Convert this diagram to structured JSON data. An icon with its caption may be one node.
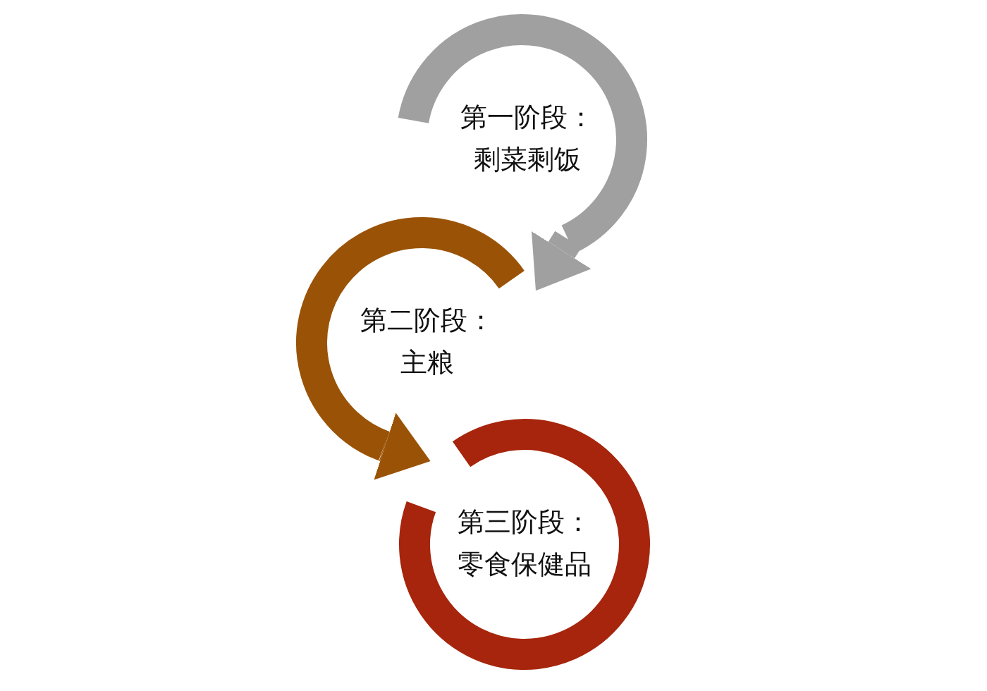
{
  "diagram": {
    "nodes": [
      {
        "text": [
          "第一阶段：",
          "剩菜剩饭"
        ]
      },
      {
        "text": [
          "第二阶段：",
          "主粮"
        ]
      },
      {
        "text": [
          "第三阶段：",
          "零食保健品"
        ]
      }
    ],
    "edges": [
      {
        "from": 0,
        "to": 1,
        "arrow": "to",
        "color": "#a0a0a0"
      },
      {
        "from": 1,
        "to": 2,
        "arrow": "to",
        "color": "#9a5306"
      }
    ]
  }
}
